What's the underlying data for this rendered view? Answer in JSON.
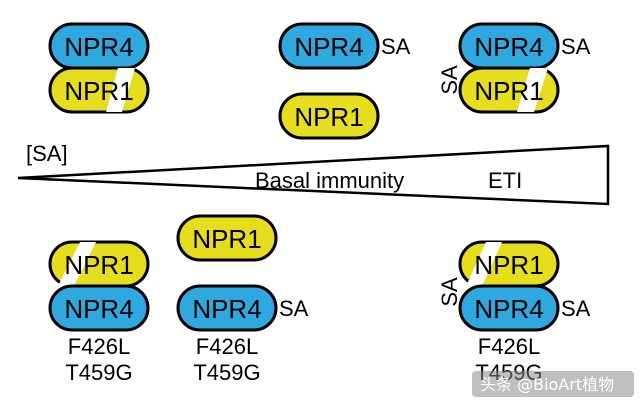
{
  "colors": {
    "npr4_fill": "#2FA8E0",
    "npr1_fill": "#E6DD1C",
    "stroke": "#000000",
    "gradient_fill": "#ffffff",
    "watermark_bg": "#8a8a8a"
  },
  "labels": {
    "npr4": "NPR4",
    "npr1": "NPR1",
    "sa": "SA",
    "sa_conc": "[SA]",
    "basal_immunity": "Basal immunity",
    "eti": "ETI",
    "mut_f426l": "F426L",
    "mut_t459g": "T459G"
  },
  "watermark": {
    "text": "头条 @BioArt植物"
  }
}
